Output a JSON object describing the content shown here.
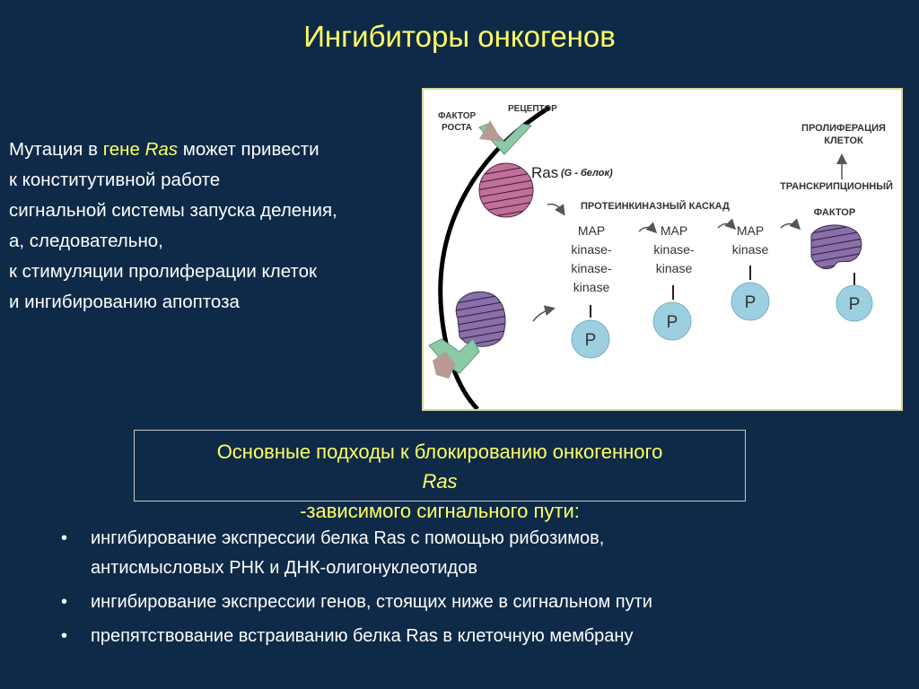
{
  "title": "Ингибиторы онкогенов",
  "intro": {
    "line1_a": "Мутация в ",
    "line1_b": "гене ",
    "line1_c": "Ras",
    "line1_d": " может привести",
    "line2": "к конститутивной работе",
    "line3": "сигнальной системы запуска деления,",
    "line4": "а, следовательно,",
    "line5": "к стимуляции пролиферации клеток",
    "line6": "и ингибированию апоптоза"
  },
  "diagram": {
    "growth_factor": [
      "ФАКТОР",
      "РОСТА"
    ],
    "receptor": "РЕЦЕПТОР",
    "ras": "Ras",
    "g_protein": "(G - белок)",
    "proliferation": [
      "ПРОЛИФЕРАЦИЯ",
      "КЛЕТОК"
    ],
    "transcription_factor": [
      "ТРАНСКРИПЦИОННЫЙ",
      "ФАКТОР"
    ],
    "kinase_cascade": "ПРОТЕИНКИНАЗНЫЙ КАСКАД",
    "mapkkk": [
      "MAP",
      "kinase-",
      "kinase-",
      "kinase"
    ],
    "mapkk": [
      "MAP",
      "kinase-",
      "kinase"
    ],
    "mapk": [
      "MAP",
      "kinase"
    ],
    "phosphate": "P"
  },
  "approaches": {
    "line1": "Основные подходы к блокированию онкогенного",
    "line2_italic": "Ras",
    "line2_rest": "-зависимого сигнального пути:"
  },
  "bullets": [
    {
      "marker": "•",
      "line1": "ингибирование экспрессии белка Ras с помощью рибозимов,",
      "line2": "антисмысловых РНК и ДНК-олигонуклеотидов"
    },
    {
      "marker": "•",
      "line1": "ингибирование экспрессии генов, стоящих ниже в сигнальном пути"
    },
    {
      "marker": "•",
      "line1": "препятствование встраиванию белка Ras в клеточную мембрану"
    }
  ],
  "colors": {
    "background": "#0f2a48",
    "title": "#ffff66",
    "ras_protein": "#c0709a",
    "kinase_blue": "#9ccfe0",
    "transcription_factor": "#8a6fa8",
    "receptor_green": "#8cc9a8",
    "growth_factor": "#b89a94"
  }
}
